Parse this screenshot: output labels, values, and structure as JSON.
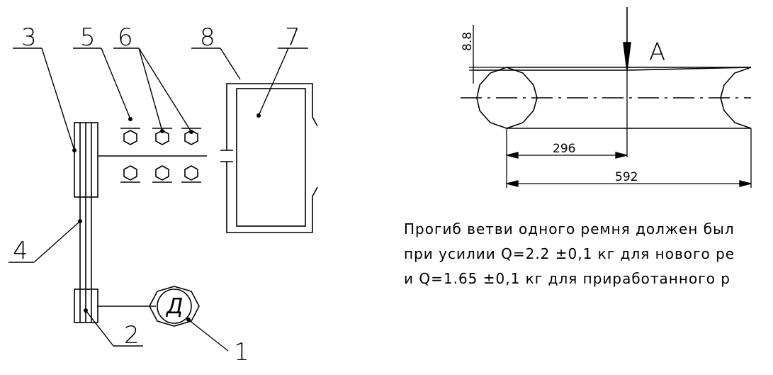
{
  "labels": {
    "motor": "1",
    "small_pulley": "2",
    "large_pulley": "3",
    "belt": "4",
    "roller_upper": "5",
    "rollers_pair": "6",
    "housing_inner": "7",
    "housing": "8"
  },
  "motor_symbol": "Д",
  "detail": {
    "force_label": "A",
    "deflection": "8.8",
    "half_span": "296",
    "full_span": "592"
  },
  "note_lines": [
    "Прогиб ветви одного ремня должен был",
    "при усилии Q=2.2  ±0,1 кг для нового ре",
    "и Q=1.65  ±0,1 кг для приработанного р"
  ]
}
